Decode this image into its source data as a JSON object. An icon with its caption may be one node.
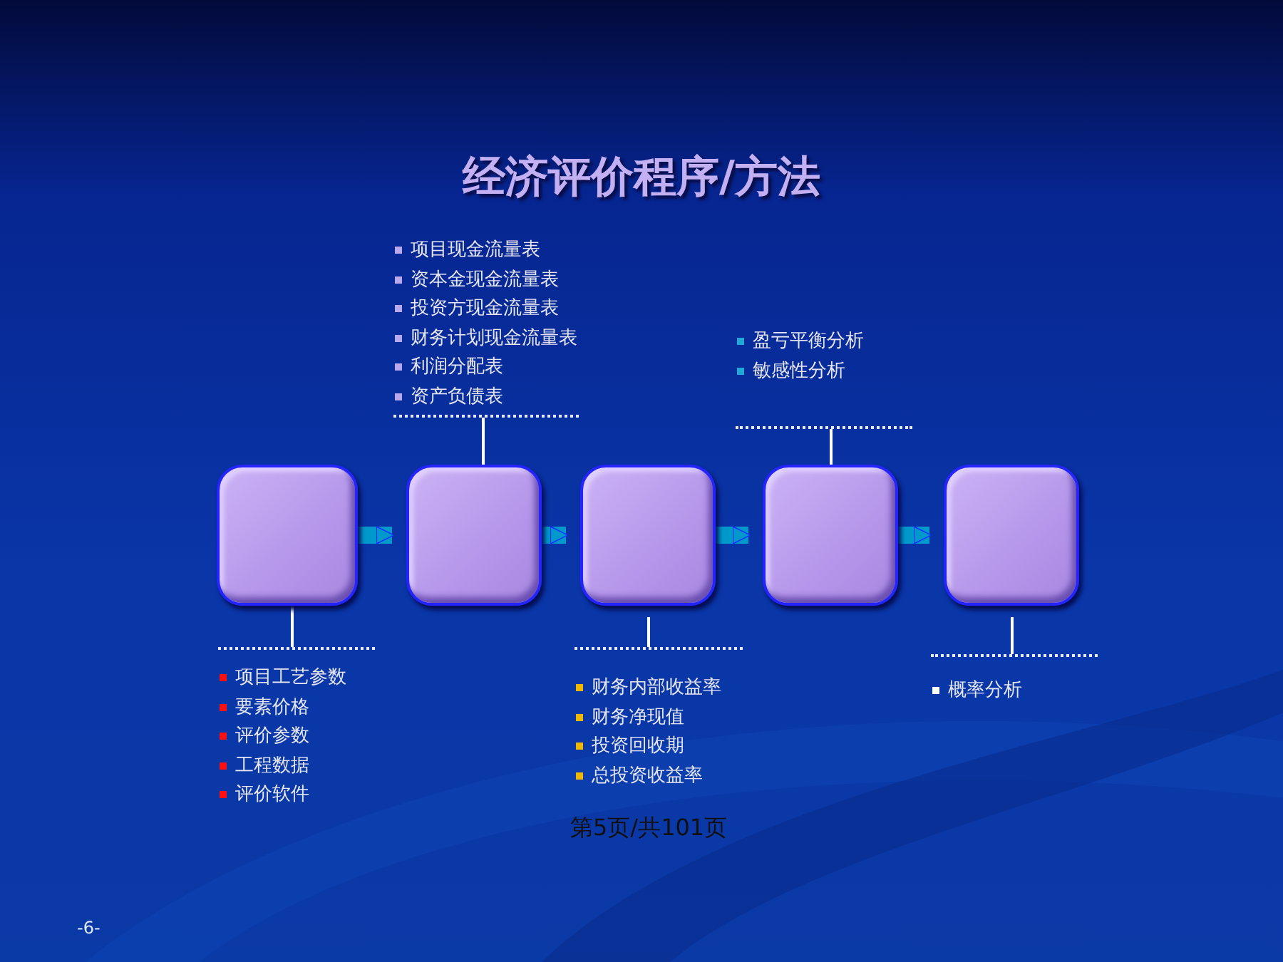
{
  "diagram": {
    "title": "经济评价程序/方法",
    "nodes": [
      {
        "text": [],
        "shape": "box"
      },
      {
        "text": [],
        "shape": "box"
      },
      {
        "text": [],
        "shape": "box"
      },
      {
        "text": [],
        "shape": "box"
      },
      {
        "text": [],
        "shape": "box"
      },
      {
        "text": [
          "项目现金流量表",
          "资本金现金流量表",
          "投资方现金流量表",
          "财务计划现金流量表",
          "利润分配表",
          "资产负债表"
        ]
      },
      {
        "text": [
          "盈亏平衡分析",
          "敏感性分析"
        ]
      },
      {
        "text": [
          "项目工艺参数",
          "要素价格",
          "评价参数",
          "工程数据",
          "评价软件"
        ]
      },
      {
        "text": [
          "财务内部收益率",
          "财务净现值",
          "投资回收期",
          "总投资收益率"
        ]
      },
      {
        "text": [
          "概率分析"
        ]
      }
    ],
    "edges": [
      {
        "from": 0,
        "to": 1,
        "arrow": "to",
        "style": "thick",
        "color": "#0099cc"
      },
      {
        "from": 1,
        "to": 2,
        "arrow": "to",
        "style": "thick",
        "color": "#0099cc"
      },
      {
        "from": 2,
        "to": 3,
        "arrow": "to",
        "style": "thick",
        "color": "#0099cc"
      },
      {
        "from": 3,
        "to": 4,
        "arrow": "to",
        "style": "thick",
        "color": "#0099cc"
      },
      {
        "from": 1,
        "to": 5,
        "arrow": "none"
      },
      {
        "from": 3,
        "to": 6,
        "arrow": "none"
      },
      {
        "from": 0,
        "to": 7,
        "arrow": "none"
      },
      {
        "from": 2,
        "to": 8,
        "arrow": "none"
      },
      {
        "from": 4,
        "to": 9,
        "arrow": "none"
      }
    ],
    "labels": [
      "第5页/共101页",
      "-6-"
    ]
  }
}
